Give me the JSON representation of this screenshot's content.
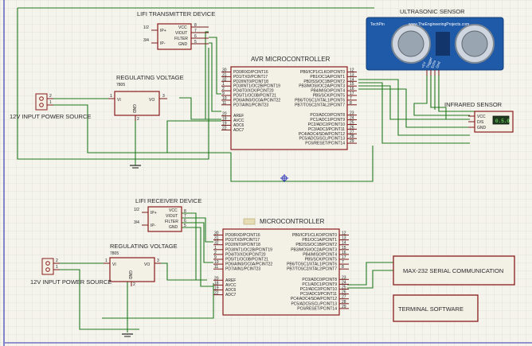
{
  "colors": {
    "background": "#f4f3ec",
    "grid": "#d7d5ca",
    "wire": "#1f7a1f",
    "component_border": "#8a1b1b",
    "component_fill": "#f3f0e6",
    "sensor_fill": "#1f5aa8",
    "text": "#2a2a2a"
  },
  "top": {
    "lifi_transmitter": {
      "title": "LIFI TRANSMITTER DEVICE",
      "pins_left": [
        "1/2",
        "3/4"
      ],
      "pins_right": [
        "VCC",
        "VIOUT",
        "FILTER",
        "GND"
      ],
      "pin_num_left": "IP+",
      "pin_num_left2": "IP-",
      "pin_numbers": [
        "8",
        "7",
        "6",
        "5"
      ]
    },
    "regulator": {
      "title": "REGULATING VOLTAGE",
      "part": "7805",
      "vi": "VI",
      "vo": "VO",
      "gnd": "GND",
      "pin1": "1",
      "pin3": "3",
      "pin2": "2"
    },
    "power": {
      "label": "12V INPUT POWER  SOURCE",
      "pins": [
        "2",
        "1"
      ]
    },
    "avr": {
      "title": "AVR MICROCONTROLLER",
      "left_pins": [
        "PD0/RXD/PCINT16",
        "PD1/TXD/PCINT17",
        "PD2/INT0/PCINT18",
        "PD3/INT1/OC2B/PCINT19",
        "PD4/T0/XCK/PCINT20",
        "PD5/T1/OC0B/PCINT21",
        "PD6/AIN0/OC0A/PCINT22",
        "PD7/AIN1/PCINT23",
        "AREF",
        "AVCC",
        "ADC6",
        "ADC7"
      ],
      "left_nums": [
        "30",
        "31",
        "32",
        "1",
        "2",
        "9",
        "10",
        "11",
        "20",
        "18",
        "19",
        "22"
      ],
      "right_pins": [
        "PB0/ICP1/CLKO/PCINT0",
        "PB1/OC1A/PCINT1",
        "PB2/SS/OC1B/PCINT2",
        "PB3/MOSI/OC2A/PCINT3",
        "PB4/MISO/PCINT4",
        "PB5/SCK/PCINT5",
        "PB6/TOSC1/XTAL1/PCINT6",
        "PB7/TOSC2/XTAL2/PCINT7",
        "PC0/ADC0/PCINT8",
        "PC1/ADC1/PCINT9",
        "PC2/ADC2/PCINT10",
        "PC3/ADC3/PCINT11",
        "PC4/ADC4/SDA/PCINT12",
        "PC5/ADC5/SCL/PCINT13",
        "PC6/RESET/PCINT14"
      ],
      "right_nums": [
        "12",
        "13",
        "14",
        "15",
        "16",
        "17",
        "7",
        "8",
        "23",
        "24",
        "25",
        "26",
        "27",
        "28",
        "29"
      ]
    },
    "ultrasonic": {
      "title": "ULTRASONIC SENSOR",
      "brand": "TechPin",
      "url": "www.TheEngineeringProjects.com",
      "pins": [
        "+5V",
        "Trigger",
        "Echo",
        "Gnd"
      ]
    },
    "infrared": {
      "title": "INFRARED SENSOR",
      "pins": [
        "VCC",
        "D/S",
        "GND"
      ],
      "display": "0.5.0"
    }
  },
  "bottom": {
    "lifi_receiver": {
      "title": "LIFI RECEIVER DEVICE",
      "pins_left": [
        "1/2",
        "3/4"
      ],
      "pins_right": [
        "VCC",
        "VIOUT",
        "FILTER",
        "GND"
      ],
      "pin_num_left": "IP+",
      "pin_num_left2": "IP-",
      "pin_numbers": [
        "8",
        "7",
        "6",
        "5"
      ]
    },
    "regulator": {
      "title": "REGULATING VOLTAGE",
      "part": "7805",
      "vi": "VI",
      "vo": "VO",
      "gnd": "GND",
      "pin1": "1",
      "pin3": "3",
      "pin2": "2"
    },
    "power": {
      "label": "12V INPUT POWER SOURCE",
      "pins": [
        "2",
        "1"
      ]
    },
    "mcu": {
      "title": "MICROCONTROLLER",
      "left_pins": [
        "PD0/RXD/PCINT16",
        "PD1/TXD/PCINT17",
        "PD2/INT0/PCINT18",
        "PD3/INT1/OC2B/PCINT19",
        "PD4/T0/XCK/PCINT20",
        "PD5/T1/OC0B/PCINT21",
        "PD6/AIN0/OC0A/PCINT22",
        "PD7/AIN1/PCINT23",
        "AREF",
        "AVCC",
        "ADC6",
        "ADC7"
      ],
      "left_nums": [
        "30",
        "31",
        "32",
        "1",
        "2",
        "9",
        "10",
        "11",
        "20",
        "18",
        "19",
        "22"
      ],
      "right_pins": [
        "PB0/ICP1/CLKO/PCINT0",
        "PB1/OC1A/PCINT1",
        "PB2/SS/OC1B/PCINT2",
        "PB3/MOSI/OC2A/PCINT3",
        "PB4/MISO/PCINT4",
        "PB5/SCK/PCINT5",
        "PB6/TOSC1/XTAL1/PCINT6",
        "PB7/TOSC2/XTAL2/PCINT7",
        "PC0/ADC0/PCINT8",
        "PC1/ADC1/PCINT9",
        "PC2/ADC2/PCINT10",
        "PC3/ADC3/PCINT11",
        "PC4/ADC4/SDA/PCINT12",
        "PC5/ADC5/SCL/PCINT13",
        "PC6/RESET/PCINT14"
      ],
      "right_nums": [
        "12",
        "13",
        "14",
        "15",
        "16",
        "17",
        "7",
        "8",
        "23",
        "24",
        "25",
        "26",
        "27",
        "28",
        "29"
      ]
    },
    "max232": {
      "label": "MAX-232 SERIAL COMMUNICATION"
    },
    "terminal": {
      "label": "TERMINAL SOFTWARE"
    }
  }
}
